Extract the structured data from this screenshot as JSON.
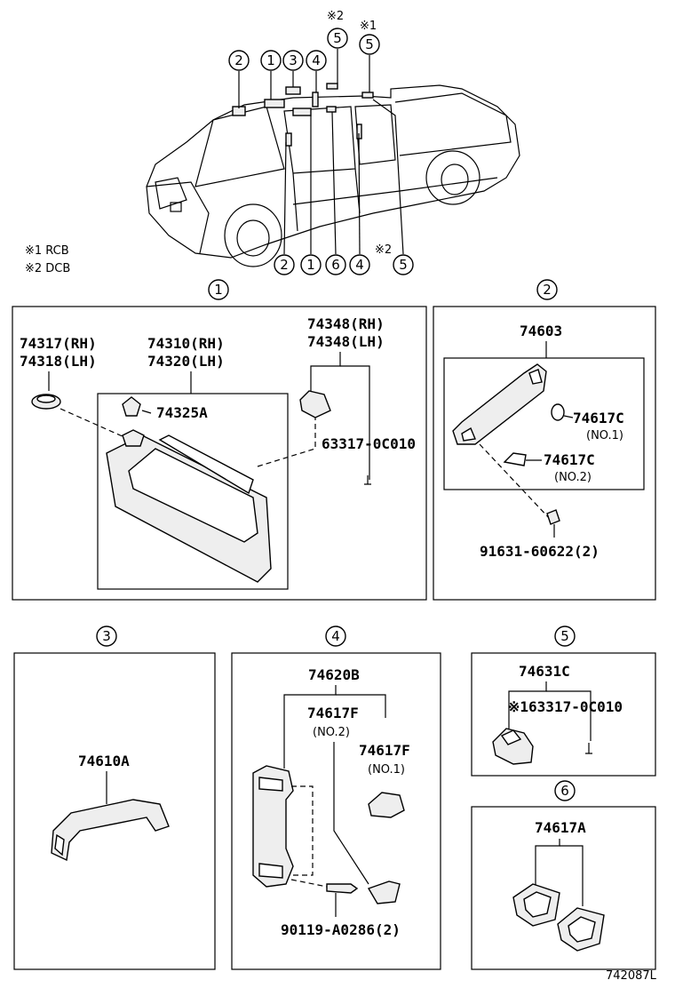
{
  "top_notes": {
    "n2a": "※2",
    "n1a": "※1",
    "n2b": "※2",
    "legend1": "※1 RCB",
    "legend2": "※2 DCB"
  },
  "circles": {
    "top": [
      "2",
      "1",
      "3",
      "4",
      "5",
      "5"
    ],
    "bottom": [
      "2",
      "1",
      "6",
      "4",
      "5"
    ],
    "sections": [
      "1",
      "2",
      "3",
      "4",
      "5",
      "6"
    ]
  },
  "panel1": {
    "p1a": "74317(RH)",
    "p1b": "74318(LH)",
    "p2a": "74310(RH)",
    "p2b": "74320(LH)",
    "p3a": "74348(RH)",
    "p3b": "74348(LH)",
    "p4": "74325A",
    "p5": "63317-0C010"
  },
  "panel2": {
    "p1": "74603",
    "p2": "74617C",
    "p2n": "(NO.1)",
    "p3": "74617C",
    "p3n": "(NO.2)",
    "p4": "91631-60622(2)"
  },
  "panel3": {
    "p1": "74610A"
  },
  "panel4": {
    "p1": "74620B",
    "p2": "74617F",
    "p2n": "(NO.2)",
    "p3": "74617F",
    "p3n": "(NO.1)",
    "p4": "90119-A0286(2)"
  },
  "panel5": {
    "p1": "74631C",
    "p2": "※163317-0C010"
  },
  "panel6": {
    "p1": "74617A"
  },
  "footer": {
    "code": "742087L"
  }
}
